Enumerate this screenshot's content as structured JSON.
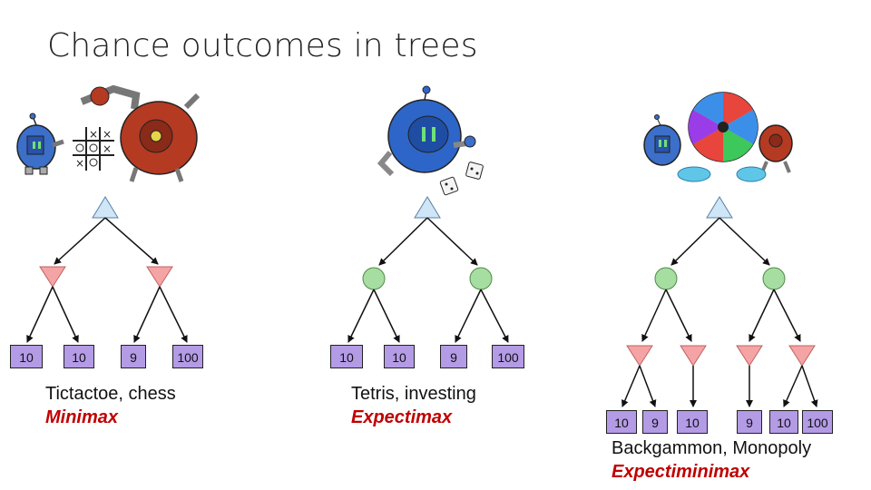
{
  "title": "Chance outcomes in trees",
  "colors": {
    "max_node": "#cfe6f7",
    "min_node": "#f4a4a4",
    "chance_node": "#a6dda0",
    "leaf": "#b49be6",
    "algorithm_text": "#c00000"
  },
  "trees": [
    {
      "name": "minimax-tree",
      "caption": "Tictactoe, chess",
      "algorithm": "Minimax",
      "leaves": [
        "10",
        "10",
        "9",
        "100"
      ]
    },
    {
      "name": "expectimax-tree",
      "caption": "Tetris, investing",
      "algorithm": "Expectimax",
      "leaves": [
        "10",
        "10",
        "9",
        "100"
      ]
    },
    {
      "name": "expectiminimax-tree",
      "caption": "Backgammon, Monopoly",
      "algorithm": "Expectiminimax",
      "leaves": [
        "10",
        "9",
        "10",
        "9",
        "10",
        "100"
      ]
    }
  ]
}
